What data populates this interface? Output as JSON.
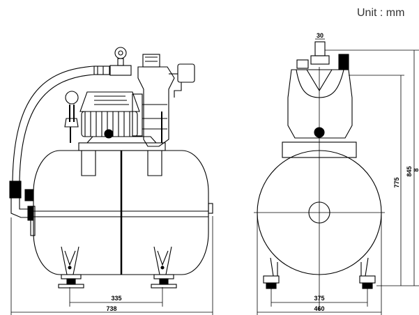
{
  "unit_label": "Unit : mm",
  "dimensions": {
    "front_leg_spacing": "335",
    "front_total_width": "738",
    "side_leg_spacing": "375",
    "side_total_width": "460",
    "top_outlet": "30",
    "tank_to_top": "775",
    "total_height": "845",
    "clipped_height": "8"
  }
}
